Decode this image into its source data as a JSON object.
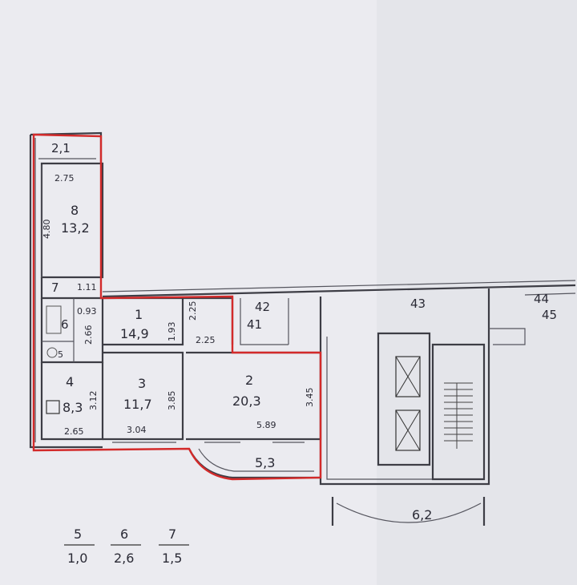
{
  "rooms": {
    "loggia_top": "2,1",
    "w_8": "2.75",
    "h_8": "4.80",
    "num_8": "8",
    "area_8": "13,2",
    "num_7": "7",
    "dim_7": "1.11",
    "num_6": "6",
    "dim_6a": "0.93",
    "dim_6b": "2.66",
    "num_5": "5",
    "num_4": "4",
    "area_4": "8,3",
    "dim_4v": "3.12",
    "dim_4h": "2.65",
    "num_1": "1",
    "area_1": "14,9",
    "dim_1": "1.93",
    "dim_hall_v": "2.25",
    "dim_hall_h": "2.25",
    "num_3": "3",
    "area_3": "11,7",
    "dim_3v": "3.85",
    "dim_3h": "3.04",
    "num_2": "2",
    "area_2": "20,3",
    "dim_2v": "3.45",
    "dim_2h": "5.89",
    "balcony": "5,3",
    "n42": "42",
    "n41": "41",
    "n43": "43",
    "n44": "44",
    "n45": "45",
    "stair_area": "6,2"
  },
  "legend": [
    {
      "num": "5",
      "val": "1,0"
    },
    {
      "num": "6",
      "val": "2,6"
    },
    {
      "num": "7",
      "val": "1,5"
    }
  ]
}
